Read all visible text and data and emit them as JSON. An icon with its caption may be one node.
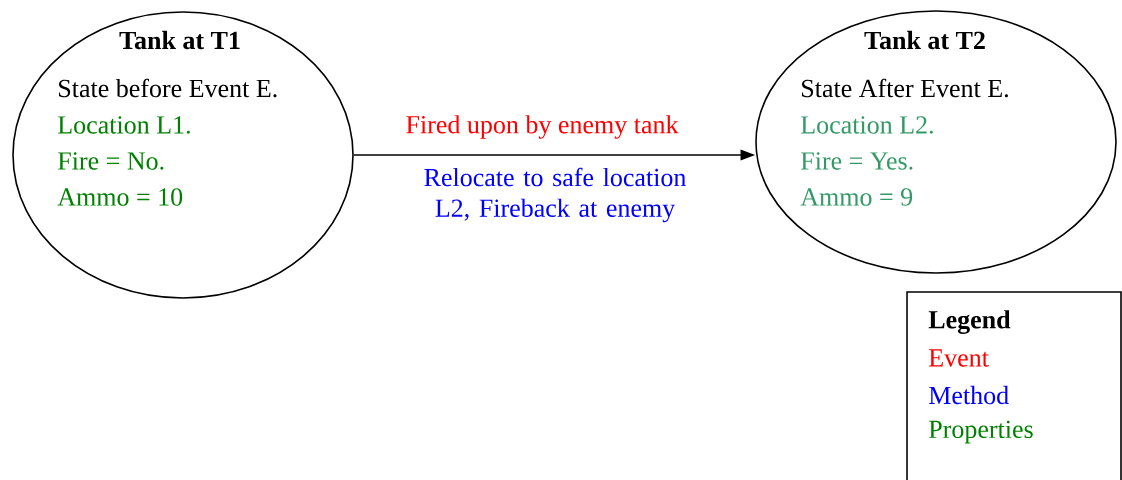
{
  "diagram": {
    "nodes": [
      {
        "text": [
          "**Tank at T1**",
          "State before Event E.",
          "Location L1.",
          "Fire = No.",
          "Ammo = 10"
        ]
      },
      {
        "text": [
          "**Tank at T2**",
          "State After Event E.",
          "Location L2.",
          "Fire = Yes.",
          "Ammo = 9"
        ]
      }
    ],
    "edges": [
      {
        "from": 0,
        "to": 1,
        "arrow": "to",
        "label": "Fired upon by enemy tank"
      }
    ],
    "labels": [
      "Relocate to safe location L2, Fireback at enemy",
      "Legend"
    ],
    "legend": [
      {
        "text": "Event",
        "color": "#ff0000"
      },
      {
        "text": "Method",
        "color": "#0000ff"
      },
      {
        "text": "Properties",
        "color": "#008000"
      }
    ]
  }
}
